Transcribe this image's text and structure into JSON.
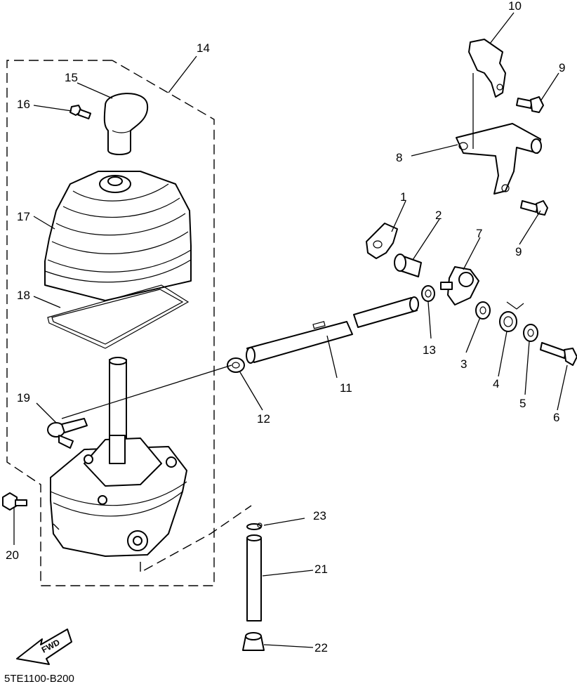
{
  "diagram_code": "5TE1100-B200",
  "fwd_label": "FWD",
  "callouts": {
    "c1": "1",
    "c2": "2",
    "c3": "3",
    "c4": "4",
    "c5": "5",
    "c6": "6",
    "c7": "7",
    "c8": "8",
    "c9a": "9",
    "c9b": "9",
    "c10": "10",
    "c11": "11",
    "c12": "12",
    "c13": "13",
    "c14": "14",
    "c15": "15",
    "c16": "16",
    "c17": "17",
    "c18": "18",
    "c19": "19",
    "c20": "20",
    "c21": "21",
    "c22": "22",
    "c23": "23"
  }
}
